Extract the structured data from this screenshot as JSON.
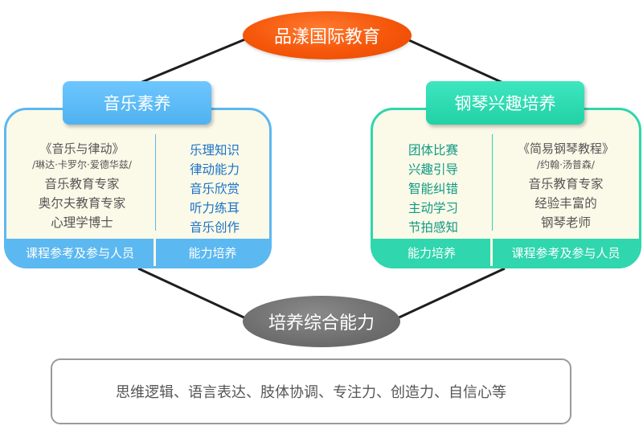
{
  "top": {
    "title": "品漾国际教育"
  },
  "left": {
    "tab": "音乐素养",
    "reference_column": {
      "book": "《音乐与律动》",
      "author": "/琳达·卡罗尔·爱德华兹/",
      "people": [
        "音乐教育专家",
        "奥尔夫教育专家",
        "心理学博士"
      ]
    },
    "skills_column": {
      "items": [
        "乐理知识",
        "律动能力",
        "音乐欣赏",
        "听力练耳",
        "音乐创作"
      ]
    },
    "footer_reference": "课程参考及参与人员",
    "footer_skills": "能力培养"
  },
  "right": {
    "tab": "钢琴兴趣培养",
    "skills_column": {
      "items": [
        "团体比赛",
        "兴趣引导",
        "智能纠错",
        "主动学习",
        "节拍感知"
      ]
    },
    "reference_column": {
      "book": "《简易钢琴教程》",
      "author": "/约翰·汤普森/",
      "people": [
        "音乐教育专家",
        "经验丰富的",
        "钢琴老师"
      ]
    },
    "footer_skills": "能力培养",
    "footer_reference": "课程参考及参与人员"
  },
  "bottom": {
    "title": "培养综合能力",
    "summary": "思维逻辑、语言表达、肢体协调、专注力、创造力、自信心等"
  },
  "colors": {
    "orange": "#f5560a",
    "blue": "#5cb8f0",
    "teal": "#2fd6ae",
    "gray": "#6e6e6e"
  }
}
